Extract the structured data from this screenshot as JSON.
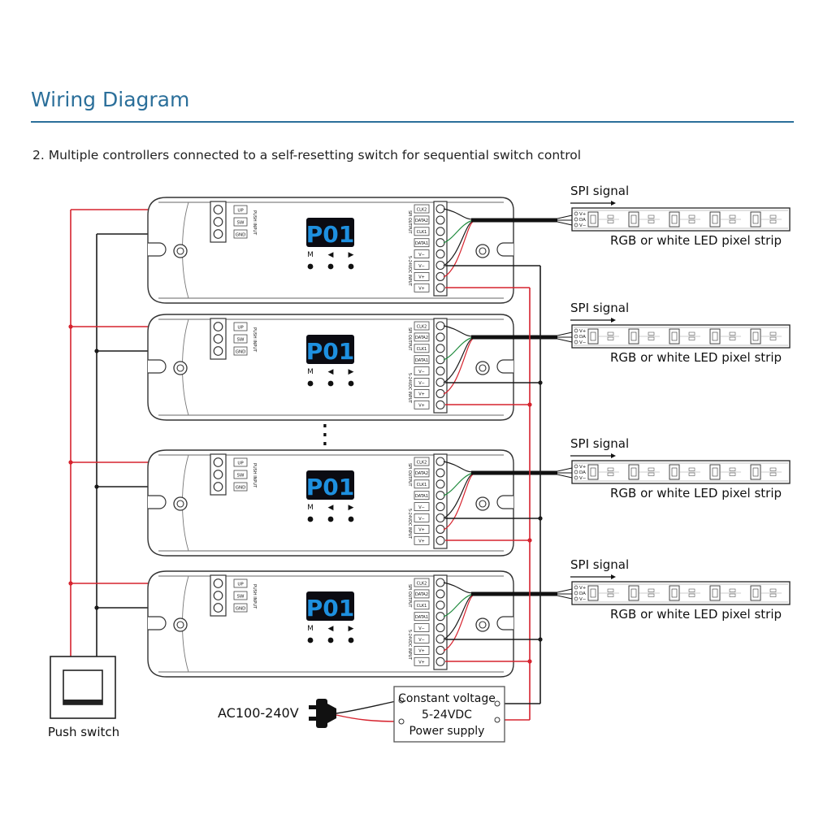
{
  "header": {
    "title": "Wiring Diagram",
    "subtitle": "2. Multiple controllers connected to a self-resetting switch for sequential switch control"
  },
  "colors": {
    "title": "#2b6f9a",
    "wire_red": "#d6232e",
    "wire_black": "#1a1a1a",
    "wire_green": "#1e8a3c",
    "display_bg": "#0b0b12",
    "display_digits": "#1e90e0"
  },
  "controller": {
    "display": "P01",
    "buttons": [
      "M",
      "◀",
      "▶"
    ],
    "input_terminals": [
      "UP",
      "SW",
      "GND"
    ],
    "input_group_label": "PUSH INPUT",
    "output_terminals": [
      "CLK2",
      "DATA2",
      "CLK1",
      "DATA1",
      "V−",
      "V−",
      "V+",
      "V+"
    ],
    "spi_group_label": "SPI OUTPUT",
    "power_group_label": "5-24VDC INPUT"
  },
  "controllers": [
    {
      "id": "controller-1"
    },
    {
      "id": "controller-2"
    },
    {
      "id": "controller-3"
    },
    {
      "id": "controller-4"
    }
  ],
  "strip": {
    "signal_label": "SPI signal",
    "strip_label": "RGB or white LED pixel strip",
    "pins": [
      "V+",
      "DA",
      "V−"
    ]
  },
  "ellipsis": "⋮",
  "push_switch": {
    "label": "Push switch"
  },
  "ac_input": {
    "label": "AC100-240V"
  },
  "power_supply": {
    "line1": "Constant voltage",
    "line2": "5-24VDC",
    "line3": "Power supply"
  }
}
